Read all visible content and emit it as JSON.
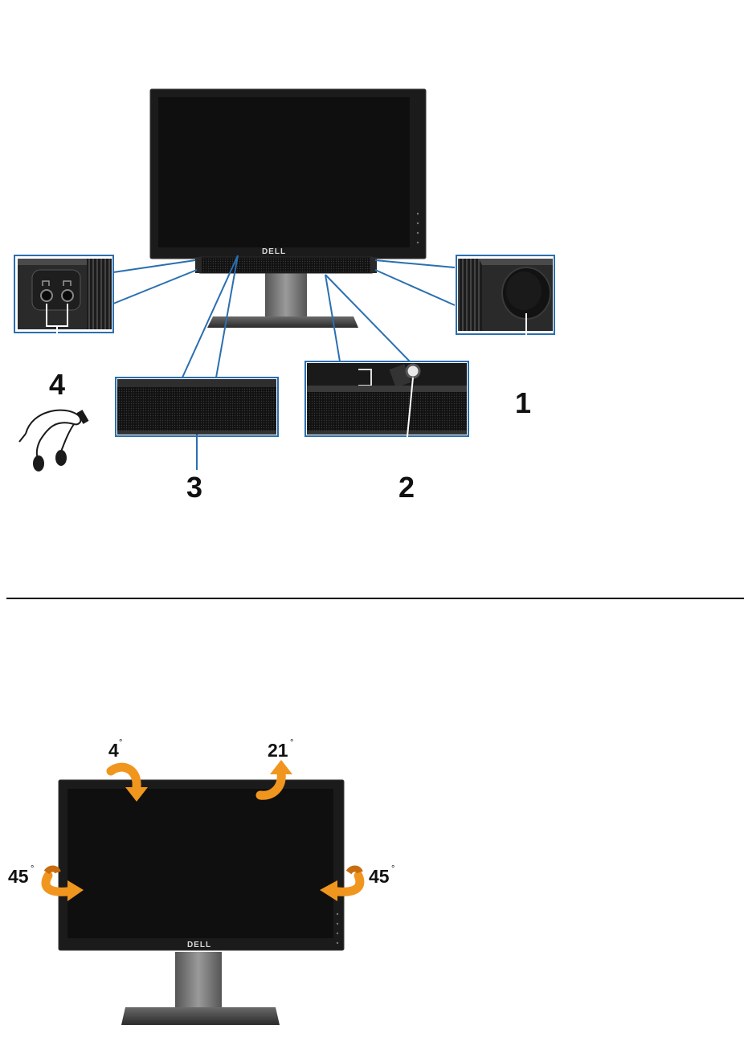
{
  "speaker_figure": {
    "brand_logo": "DELL",
    "callouts": [
      "1",
      "2",
      "3",
      "4"
    ],
    "headphones_icon": "headphones-icon",
    "colors": {
      "callout_line": "#2a6fb0",
      "bezel": "#1b1b1b",
      "screen": "#0f0f0f"
    }
  },
  "adjust_figure": {
    "brand_logo": "DELL",
    "tilt_forward": {
      "value": "4",
      "unit": "°"
    },
    "tilt_back": {
      "value": "21",
      "unit": "°"
    },
    "swivel_left": {
      "value": "45",
      "unit": "°"
    },
    "swivel_right": {
      "value": "45",
      "unit": "°"
    },
    "colors": {
      "arrow": "#f0961e",
      "arrow_dark": "#c96d10"
    }
  }
}
